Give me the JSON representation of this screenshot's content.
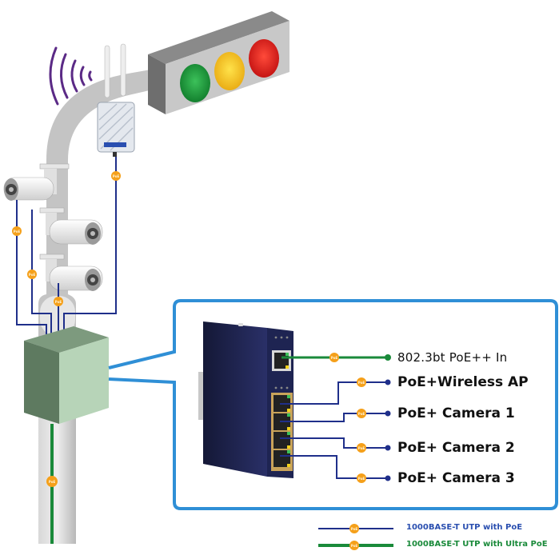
{
  "diagram": {
    "title": "Industrial PoE switch street-pole deployment",
    "badge_text": "PoE",
    "colors": {
      "poe_line": "#1f2f8a",
      "ultra_poe_line": "#1a8a3a",
      "poe_badge": "#f5a01a",
      "callout_border": "#2f8fd6",
      "switch_body": "#1b1f45",
      "cabinet": "#7a9a7c",
      "pole": "#c8c8c8",
      "traffic_green": "#1e9a3a",
      "traffic_yellow": "#f3c61a",
      "traffic_red": "#e02020",
      "wifi_waves": "#5b2a86"
    },
    "switch_ports": {
      "uplink": {
        "label": "802.3bt PoE++ In",
        "type": "ultra_poe"
      },
      "downlinks": [
        {
          "label": "PoE+Wireless AP",
          "type": "poe"
        },
        {
          "label": "PoE+ Camera 1",
          "type": "poe"
        },
        {
          "label": "PoE+ Camera 2",
          "type": "poe"
        },
        {
          "label": "PoE+ Camera 3",
          "type": "poe"
        }
      ]
    },
    "devices": {
      "traffic_light": [
        "green",
        "yellow",
        "red"
      ],
      "wireless_ap": "Outdoor Wireless AP",
      "cameras": [
        "Camera 1",
        "Camera 2",
        "Camera 3"
      ],
      "cabinet": "Pole cabinet with PoE switch"
    },
    "legend": [
      {
        "label": "1000BASE-T UTP with PoE",
        "type": "poe",
        "color": "#1f2f8a"
      },
      {
        "label": "1000BASE-T UTP with Ultra PoE",
        "type": "ultra_poe",
        "color": "#1a8a3a"
      }
    ]
  }
}
